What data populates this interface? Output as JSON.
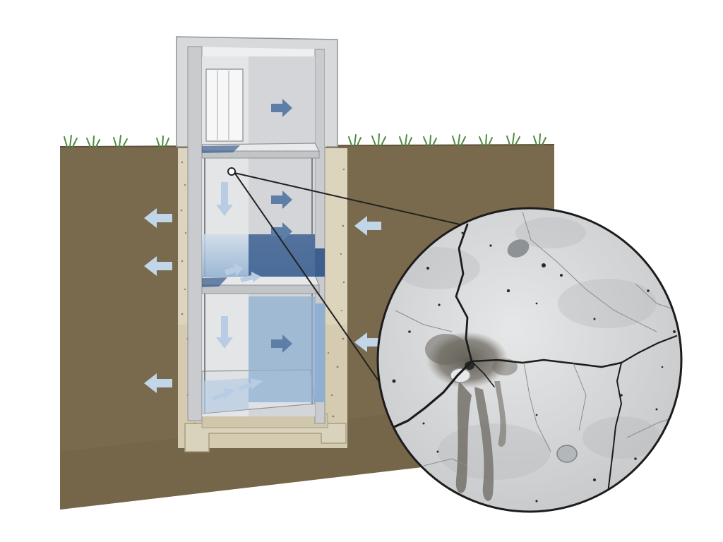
{
  "diagram": {
    "labels": [],
    "colors": {
      "soil": "#7a6a4d",
      "soil_dark": "#6b5c42",
      "grass": "#4f8a3f",
      "concrete": "#d6d7d8",
      "concrete_dark": "#9fa3a6",
      "gravel": "#dcd4bd",
      "wall_light": "#e9eaec",
      "wall_mid": "#c9cbce",
      "water_light": "#b8cde3",
      "water_mid": "#8fb0d1",
      "water_dark": "#3d5f8f",
      "arrow_blue": "#c2d6ea",
      "arrow_dark": "#5d7ea6",
      "crack": "#1c1c1c",
      "stain": "#6e6a62",
      "callout": "#222222"
    },
    "icons": [
      "pressure-arrow-icon",
      "crack-detail-magnifier-icon"
    ],
    "flow": {
      "soil_inward_arrows": 2,
      "soil_outward_arrows": 3,
      "interior_arrows": 9
    }
  }
}
